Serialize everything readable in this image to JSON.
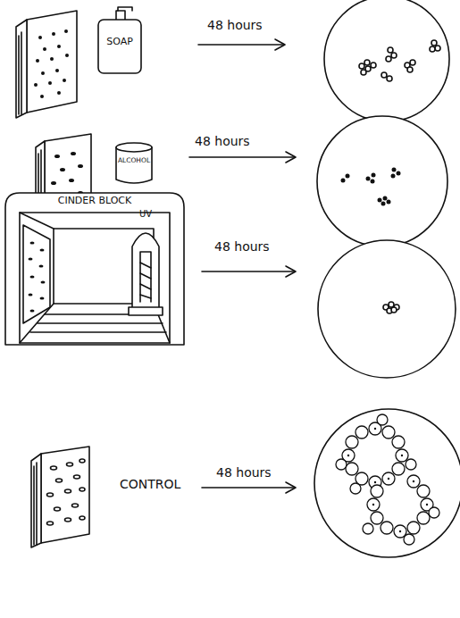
{
  "diagram": {
    "nodes": [
      {
        "text": [
          "SOAP"
        ]
      },
      {
        "text": [
          "ALCOHOL"
        ]
      },
      {
        "text": [
          "CINDER BLOCK"
        ]
      },
      {
        "text": [
          "UV"
        ],
        "in": 2
      }
    ],
    "labels": [
      "48 hours",
      "48 hours",
      "48 hours",
      "CONTROL",
      "48 hours"
    ]
  }
}
